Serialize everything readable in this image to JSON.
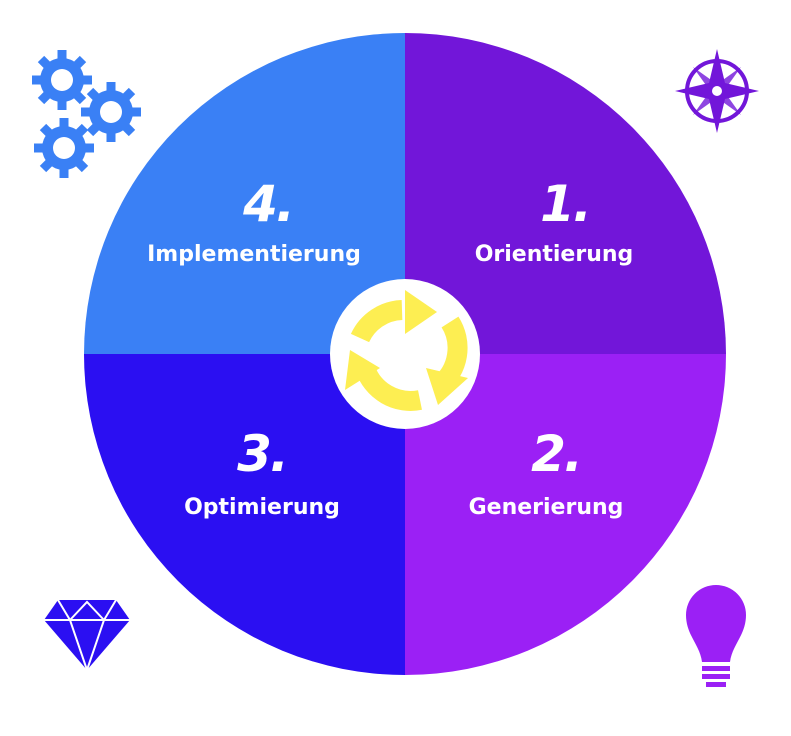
{
  "quadrants": [
    {
      "number": "1.",
      "label": "Orientierung",
      "color": "#7216D9",
      "icon": "compass-icon"
    },
    {
      "number": "2.",
      "label": "Generierung",
      "color": "#9B20F5",
      "icon": "lightbulb-icon"
    },
    {
      "number": "3.",
      "label": "Optimierung",
      "color": "#2B0FF2",
      "icon": "diamond-icon"
    },
    {
      "number": "4.",
      "label": "Implementierung",
      "color": "#3A80F5",
      "icon": "gears-icon"
    }
  ],
  "center_icon": "cycle-arrows-icon",
  "accent": "#FDEE52"
}
